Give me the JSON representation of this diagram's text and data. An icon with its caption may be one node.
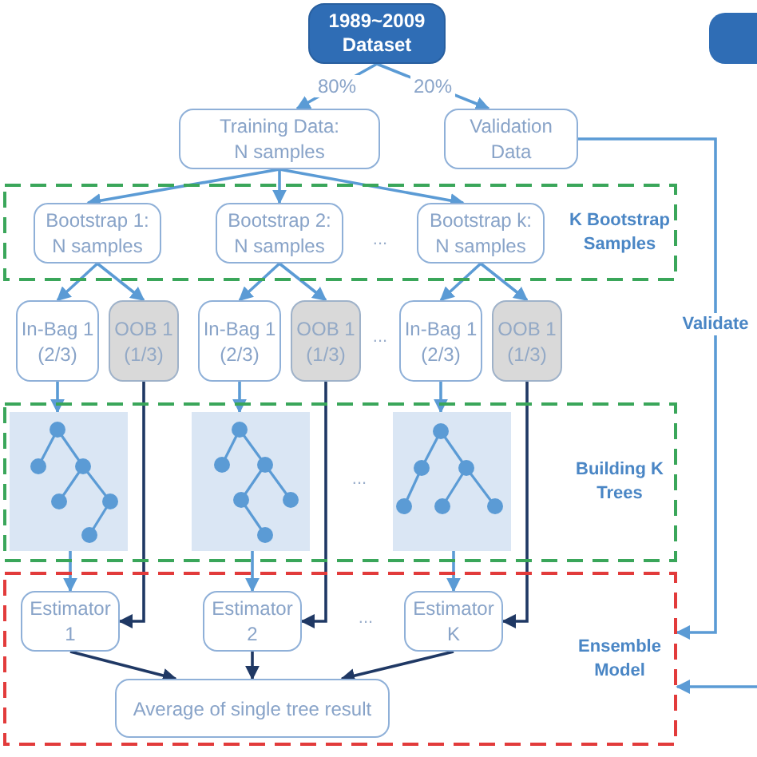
{
  "diagram": {
    "nodes": [
      {
        "text": [
          "1989~2009 Dataset"
        ]
      },
      {
        "text": [],
        "shape": "box"
      },
      {
        "text": [
          "Training Data: N samples"
        ]
      },
      {
        "text": [
          "Validation Data"
        ]
      },
      {
        "text": [
          "K Bootstrap Samples"
        ]
      },
      {
        "text": [
          "Bootstrap 1: N samples"
        ],
        "in": 4
      },
      {
        "text": [
          "Bootstrap 2: N samples"
        ],
        "in": 4
      },
      {
        "text": [
          "Bootstrap k: N samples"
        ],
        "in": 4
      },
      {
        "text": [
          "In-Bag 1 (2/3)"
        ]
      },
      {
        "text": [
          "OOB 1 (1/3)"
        ]
      },
      {
        "text": [
          "In-Bag 1 (2/3)"
        ]
      },
      {
        "text": [
          "OOB 1 (1/3)"
        ]
      },
      {
        "text": [
          "In-Bag 1 (2/3)"
        ]
      },
      {
        "text": [
          "OOB 1 (1/3)"
        ]
      },
      {
        "text": [
          "Building K Trees"
        ]
      },
      {
        "text": [],
        "shape": "picture",
        "in": 14
      },
      {
        "text": [],
        "shape": "picture",
        "in": 14
      },
      {
        "text": [],
        "shape": "picture",
        "in": 14
      },
      {
        "text": [
          "Ensemble Model"
        ]
      },
      {
        "text": [
          "Estimator 1"
        ],
        "in": 18
      },
      {
        "text": [
          "Estimator 2"
        ],
        "in": 18
      },
      {
        "text": [
          "Estimator K"
        ],
        "in": 18
      },
      {
        "text": [
          "Average of single tree result"
        ],
        "in": 18
      }
    ],
    "edges": [
      {
        "from": 0,
        "to": 2,
        "arrow": "to",
        "label": "80%"
      },
      {
        "from": 0,
        "to": 3,
        "arrow": "to",
        "label": "20%"
      },
      {
        "from": 2,
        "to": 5,
        "arrow": "to"
      },
      {
        "from": 2,
        "to": 6,
        "arrow": "to"
      },
      {
        "from": 2,
        "to": 7,
        "arrow": "to"
      },
      {
        "from": 5,
        "to": 8,
        "arrow": "to"
      },
      {
        "from": 5,
        "to": 9,
        "arrow": "to"
      },
      {
        "from": 6,
        "to": 10,
        "arrow": "to"
      },
      {
        "from": 6,
        "to": 11,
        "arrow": "to"
      },
      {
        "from": 7,
        "to": 12,
        "arrow": "to"
      },
      {
        "from": 7,
        "to": 13,
        "arrow": "to"
      },
      {
        "from": 8,
        "to": 15,
        "arrow": "to"
      },
      {
        "from": 10,
        "to": 16,
        "arrow": "to"
      },
      {
        "from": 12,
        "to": 17,
        "arrow": "to"
      },
      {
        "from": 15,
        "to": 19,
        "arrow": "to"
      },
      {
        "from": 16,
        "to": 20,
        "arrow": "to"
      },
      {
        "from": 17,
        "to": 21,
        "arrow": "to"
      },
      {
        "from": 9,
        "to": 19,
        "arrow": "to",
        "color": "#1f3864"
      },
      {
        "from": 11,
        "to": 20,
        "arrow": "to",
        "color": "#1f3864"
      },
      {
        "from": 13,
        "to": 21,
        "arrow": "to",
        "color": "#1f3864"
      },
      {
        "from": 3,
        "to": 18,
        "arrow": "to",
        "label": "Validate"
      },
      {
        "from": null,
        "to": 18,
        "arrow": "to"
      },
      {
        "from": 19,
        "to": 22,
        "arrow": "to",
        "color": "#1f3864"
      },
      {
        "from": 20,
        "to": 22,
        "arrow": "to",
        "color": "#1f3864"
      },
      {
        "from": 21,
        "to": 22,
        "arrow": "to",
        "color": "#1f3864"
      }
    ],
    "labels": [
      "...",
      "...",
      "...",
      "..."
    ]
  }
}
